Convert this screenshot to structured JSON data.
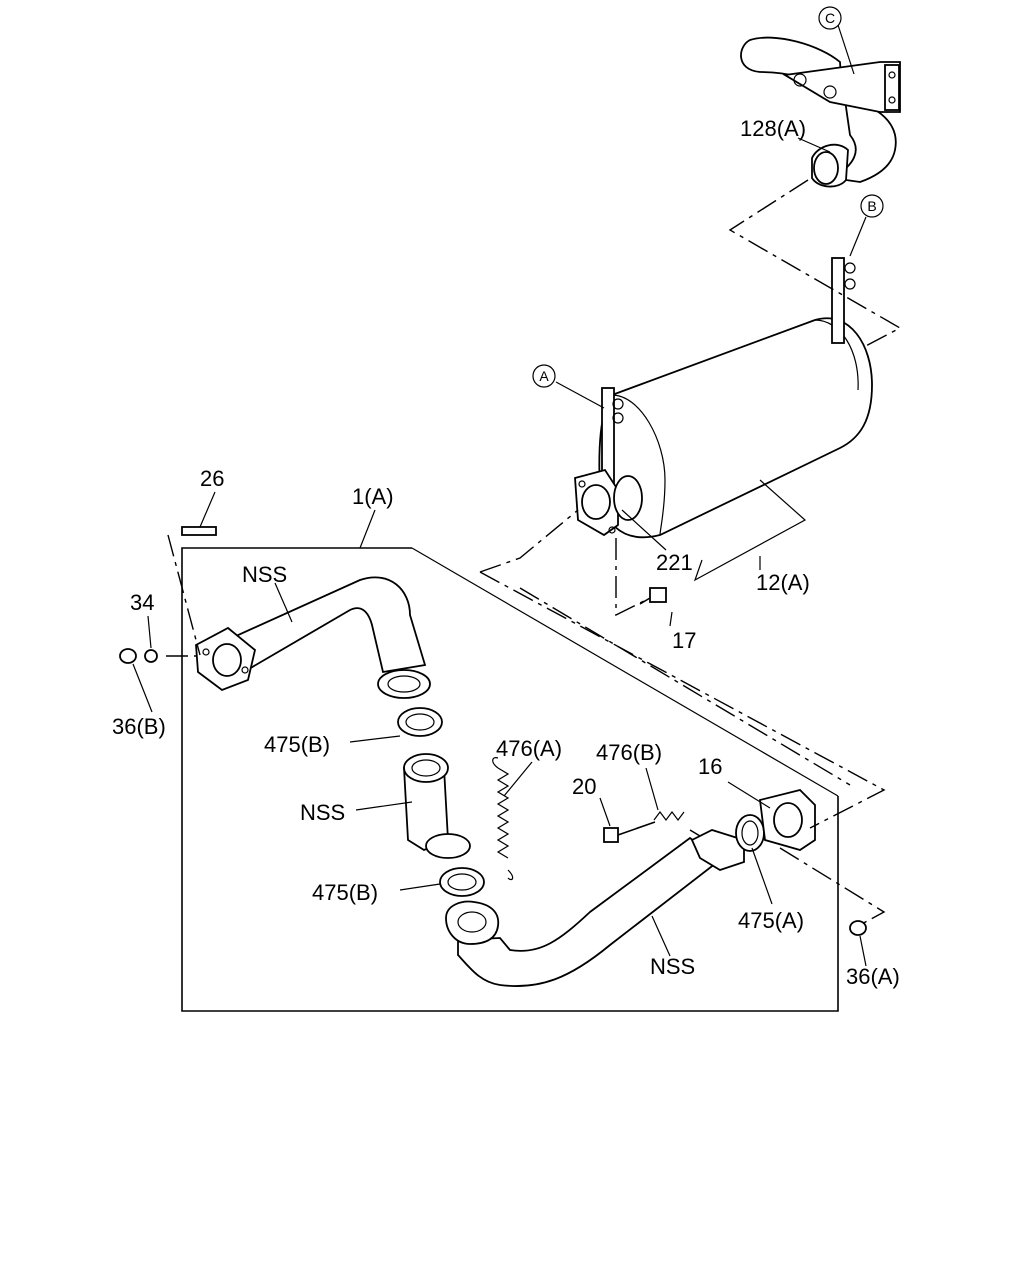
{
  "labels": {
    "c_ref": "C",
    "b_ref": "B",
    "a_ref": "A",
    "p128a": "128(A)",
    "p26": "26",
    "p1a": "1(A)",
    "nss_top": "NSS",
    "p34": "34",
    "p36b": "36(B)",
    "p221": "221",
    "p12a": "12(A)",
    "p17": "17",
    "p475b_1": "475(B)",
    "p476a": "476(A)",
    "p476b": "476(B)",
    "p16": "16",
    "p20": "20",
    "nss_mid": "NSS",
    "p475b_2": "475(B)",
    "p475a": "475(A)",
    "nss_bot": "NSS",
    "p36a": "36(A)"
  }
}
